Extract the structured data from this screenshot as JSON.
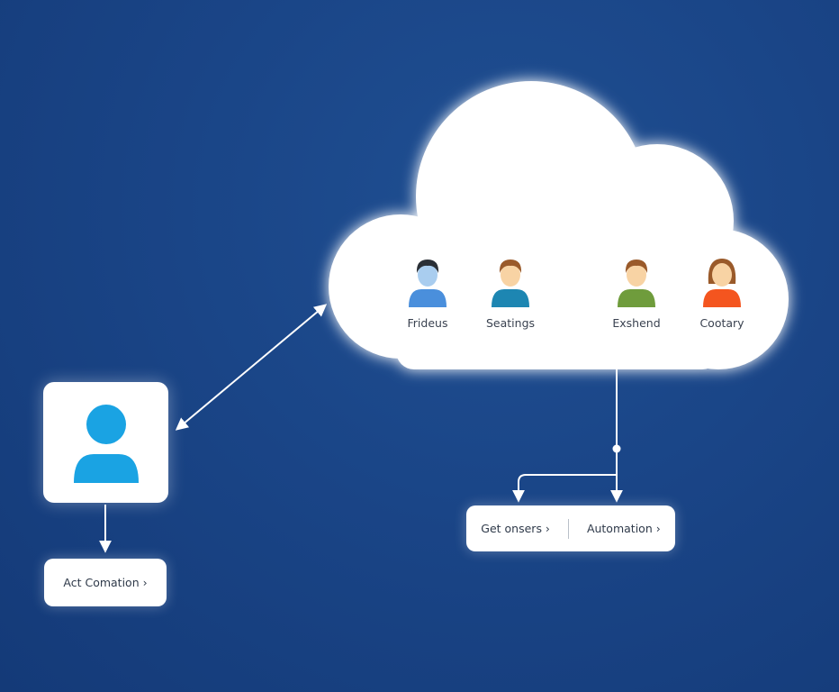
{
  "cloud": {
    "members": [
      {
        "label": "Frideus",
        "hair": "#2a2f36",
        "face": "#a9cdef",
        "shirt": "#4a8fdc"
      },
      {
        "label": "Seatings",
        "hair": "#9a5a2a",
        "face": "#f8d3a4",
        "shirt": "#1d86b2"
      },
      {
        "label": "Exshend",
        "hair": "#9a5a2a",
        "face": "#f8d3a4",
        "shirt": "#6f9c3c"
      },
      {
        "label": "Cootary",
        "hair": "#9a5a2a",
        "face": "#f8d3a4",
        "shirt": "#f4551f"
      }
    ]
  },
  "user_card": {
    "icon": "user-icon",
    "color": "#1aa3e3"
  },
  "left_button": {
    "label": "Act Comation ›"
  },
  "right_buttons": {
    "first": "Get onsers ›",
    "second": "Automation ›"
  },
  "colors": {
    "background": "#1a4587",
    "connector": "#ffffff"
  }
}
